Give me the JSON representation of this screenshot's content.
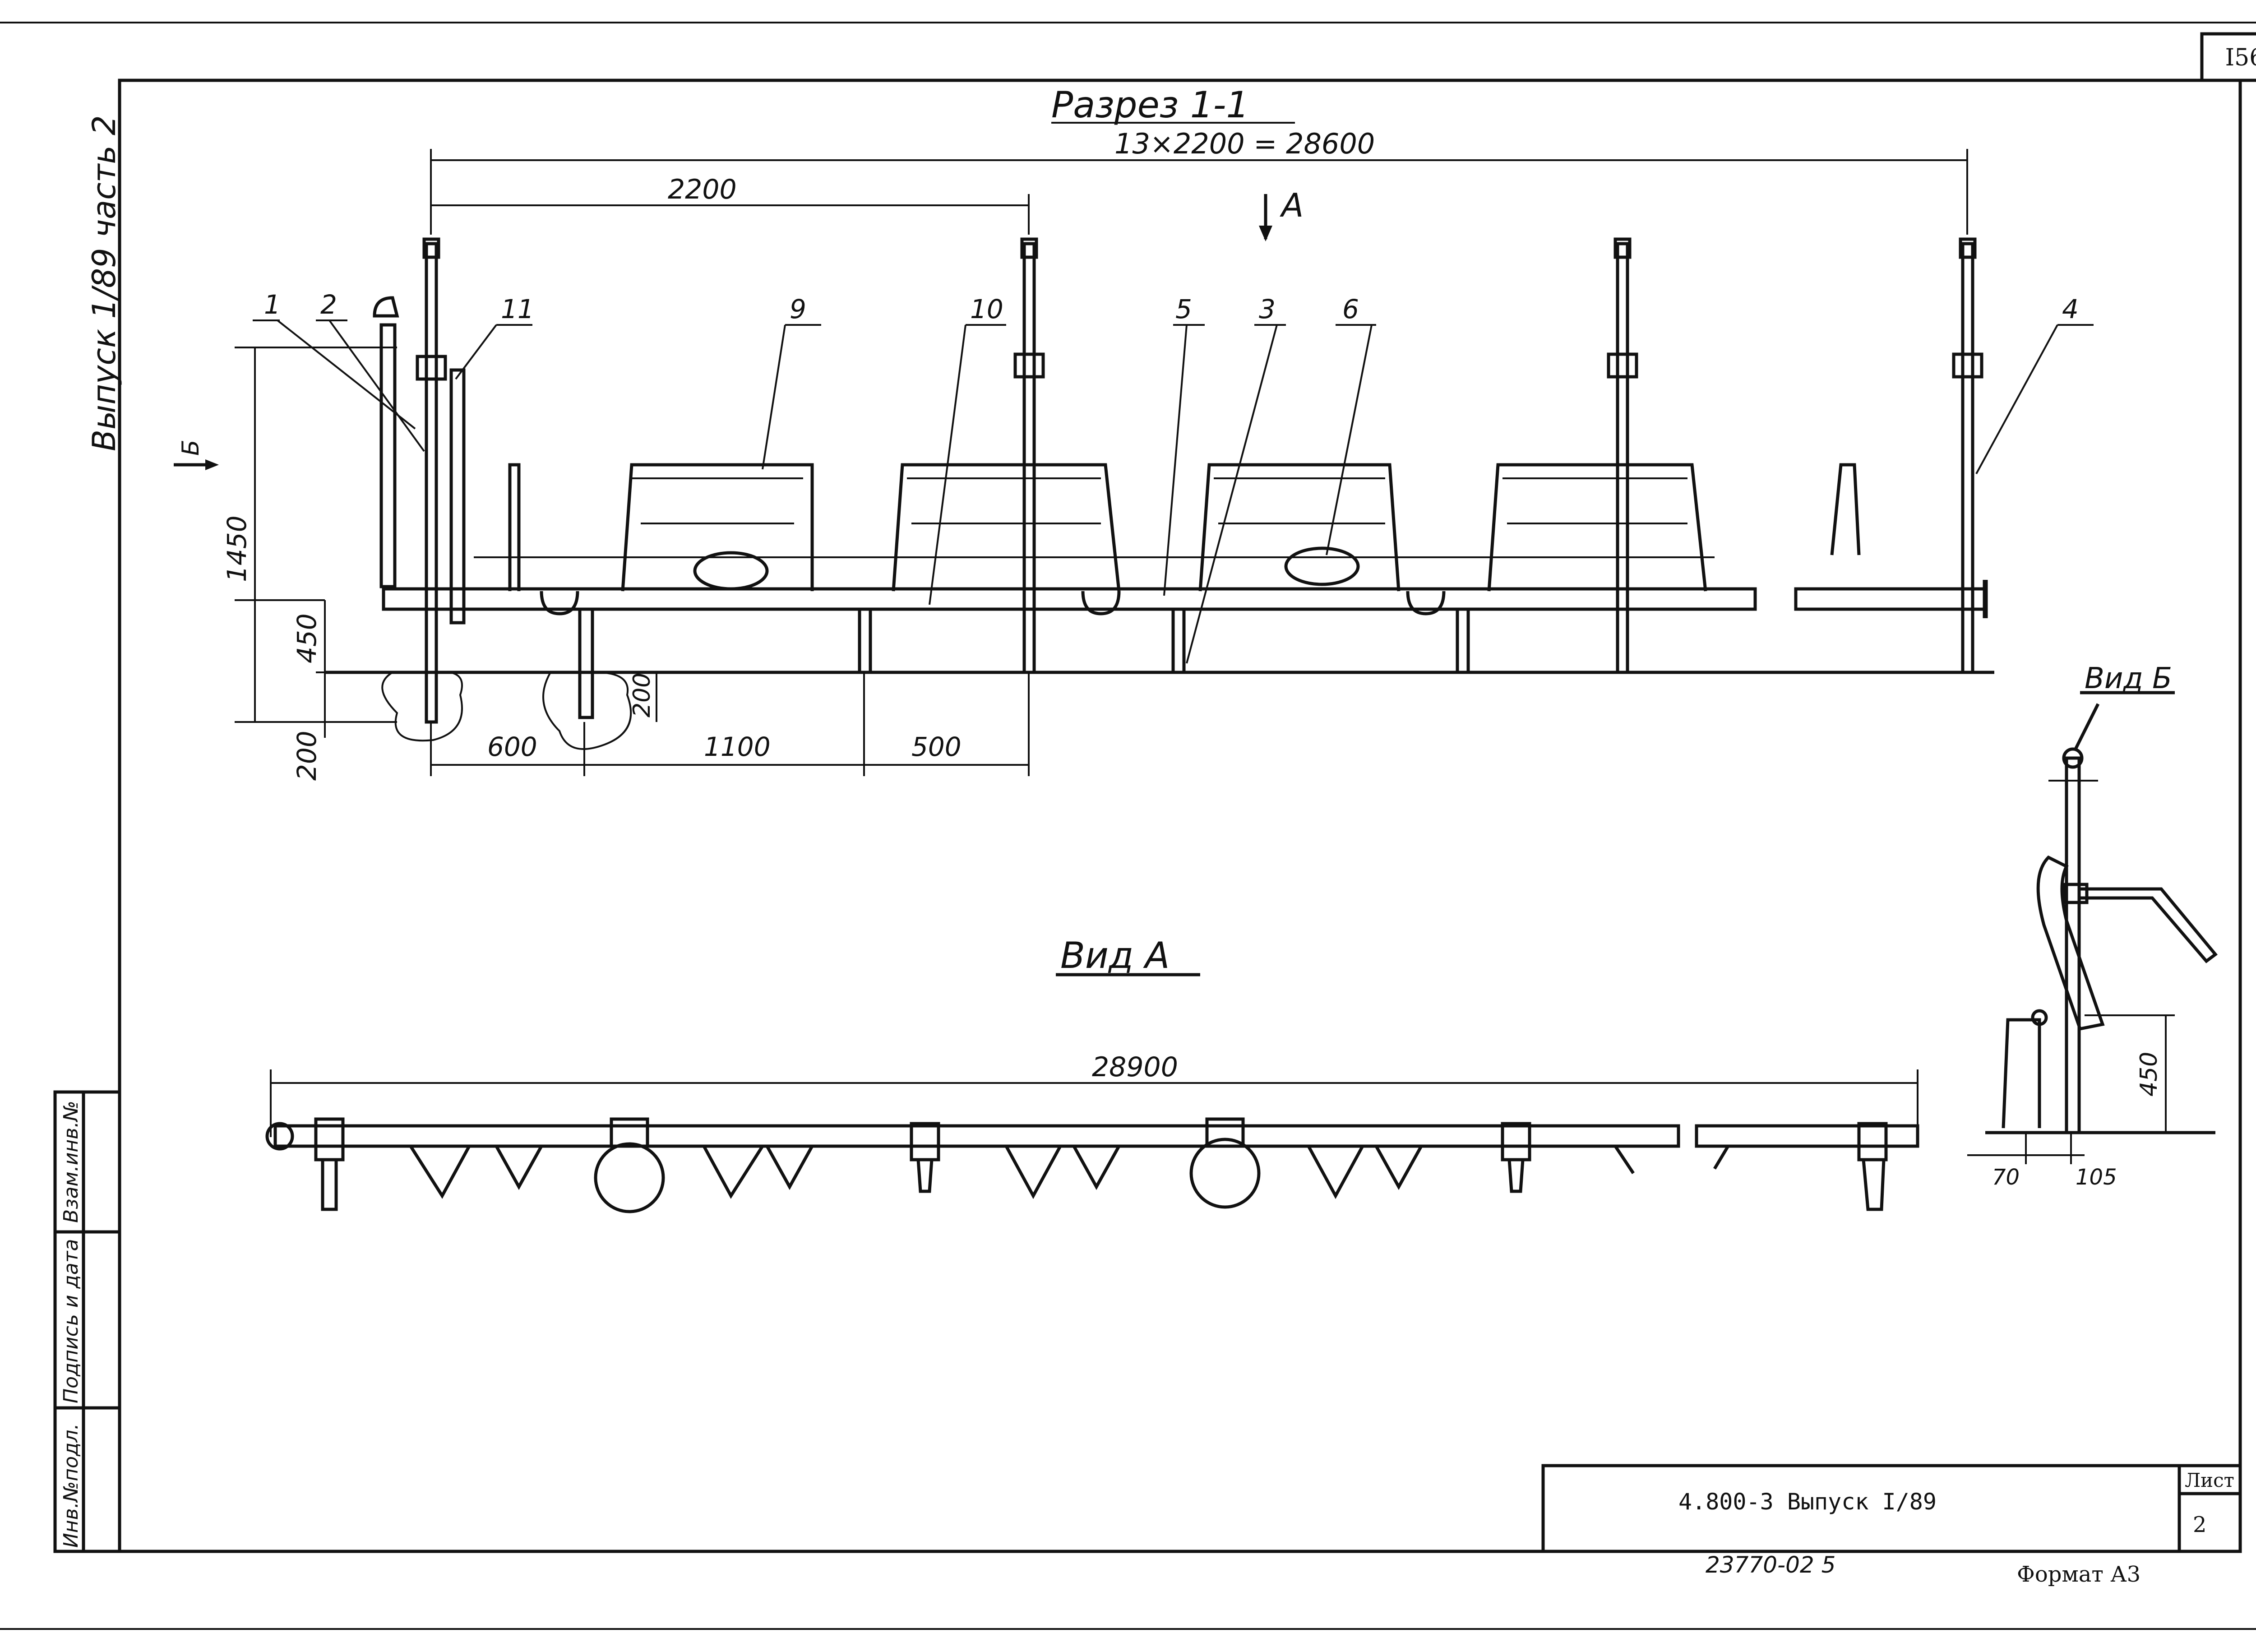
{
  "sheet_number": "I56",
  "side_caption": "Выпуск 1/89 часть 2",
  "section_title": "Разрез 1-1",
  "overall_dim": "13×2200 = 28600",
  "view_a_arrow": "A",
  "view_b_arrow": "Б",
  "view_a_title": "Вид А",
  "view_b_title": "Вид Б",
  "dims": {
    "span_2200": "2200",
    "h_1450": "1450",
    "h_450": "450",
    "h_200_left": "200",
    "h_200_mid": "200",
    "d_600": "600",
    "d_1100": "1100",
    "d_500": "500",
    "total_28900": "28900",
    "vb_450": "450",
    "vb_70": "70",
    "vb_105": "105"
  },
  "callouts": {
    "c1": "1",
    "c2": "2",
    "c11": "11",
    "c9": "9",
    "c10": "10",
    "c5": "5",
    "c3": "3",
    "c6": "6",
    "c4": "4"
  },
  "side_stamp": {
    "inv_podl": "Инв.№подл.",
    "podpis": "Подпись и дата",
    "vzam": "Взам.инв.№"
  },
  "title_block": {
    "designation": "4.800-3  Выпуск I/89",
    "sheet_label": "Лист",
    "sheet_value": "2"
  },
  "footer": {
    "archive_no": "23770-02   5",
    "format": "Формат А3"
  }
}
